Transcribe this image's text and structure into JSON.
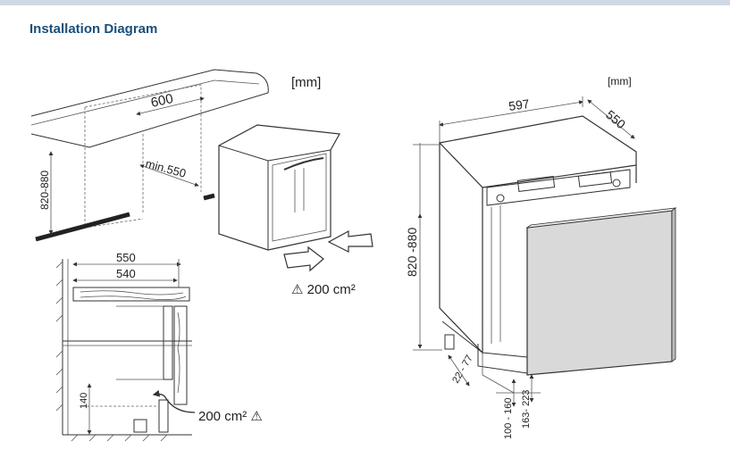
{
  "title": "Installation Diagram",
  "left_top": {
    "unit": "[mm]",
    "width": "600",
    "min_depth": "min.550",
    "height": "820-880",
    "ventilation": "⚠ 200 cm²"
  },
  "left_bottom": {
    "outer_depth": "550",
    "inner_depth": "540",
    "plinth_height": "140",
    "ventilation": "200 cm² ⚠"
  },
  "right": {
    "unit": "[mm]",
    "width": "597",
    "depth": "550",
    "height": "820 -880",
    "gap": "22 - 77",
    "range_1": "100 - 160",
    "range_2": "163- 223"
  }
}
